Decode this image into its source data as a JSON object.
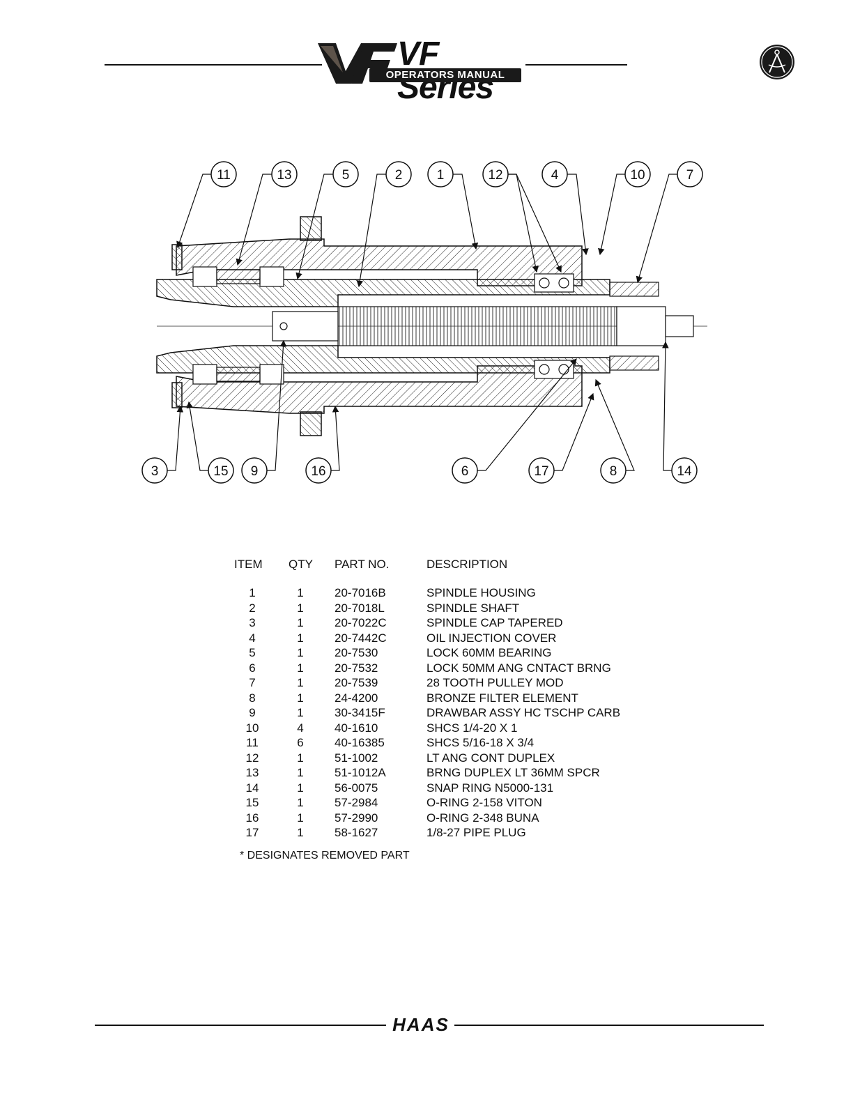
{
  "header": {
    "logo_series": "VF Series",
    "logo_manual": "OPERATORS MANUAL"
  },
  "callouts_top": [
    "11",
    "13",
    "5",
    "2",
    "1",
    "12",
    "4",
    "10",
    "7"
  ],
  "callouts_bottom": [
    "3",
    "15",
    "9",
    "16",
    "6",
    "17",
    "8",
    "14"
  ],
  "table": {
    "headers": {
      "item": "ITEM",
      "qty": "QTY",
      "part": "PART NO.",
      "desc": "DESCRIPTION"
    },
    "rows": [
      {
        "item": "1",
        "qty": "1",
        "part": "20-7016B",
        "desc": "SPINDLE HOUSING"
      },
      {
        "item": "2",
        "qty": "1",
        "part": "20-7018L",
        "desc": "SPINDLE SHAFT"
      },
      {
        "item": "3",
        "qty": "1",
        "part": "20-7022C",
        "desc": "SPINDLE CAP TAPERED"
      },
      {
        "item": "4",
        "qty": "1",
        "part": "20-7442C",
        "desc": "OIL INJECTION COVER"
      },
      {
        "item": "5",
        "qty": "1",
        "part": "20-7530",
        "desc": "LOCK 60MM BEARING"
      },
      {
        "item": "6",
        "qty": "1",
        "part": "20-7532",
        "desc": "LOCK 50MM ANG CNTACT BRNG"
      },
      {
        "item": "7",
        "qty": "1",
        "part": "20-7539",
        "desc": "28 TOOTH PULLEY MOD"
      },
      {
        "item": "8",
        "qty": "1",
        "part": "24-4200",
        "desc": "BRONZE FILTER ELEMENT"
      },
      {
        "item": "9",
        "qty": "1",
        "part": "30-3415F",
        "desc": "DRAWBAR ASSY HC TSCHP CARB"
      },
      {
        "item": "10",
        "qty": "4",
        "part": "40-1610",
        "desc": "SHCS 1/4-20 X 1"
      },
      {
        "item": "11",
        "qty": "6",
        "part": "40-16385",
        "desc": "SHCS 5/16-18 X 3/4"
      },
      {
        "item": "12",
        "qty": "1",
        "part": "51-1002",
        "desc": "LT ANG CONT DUPLEX"
      },
      {
        "item": "13",
        "qty": "1",
        "part": "51-1012A",
        "desc": "BRNG DUPLEX LT 36MM SPCR"
      },
      {
        "item": "14",
        "qty": "1",
        "part": "56-0075",
        "desc": "SNAP RING N5000-131"
      },
      {
        "item": "15",
        "qty": "1",
        "part": "57-2984",
        "desc": "O-RING 2-158 VITON"
      },
      {
        "item": "16",
        "qty": "1",
        "part": "57-2990",
        "desc": "O-RING 2-348 BUNA"
      },
      {
        "item": "17",
        "qty": "1",
        "part": "58-1627",
        "desc": "1/8-27 PIPE PLUG"
      }
    ],
    "footnote": "* DESIGNATES REMOVED PART"
  },
  "footer": {
    "logo": "HAAS"
  }
}
